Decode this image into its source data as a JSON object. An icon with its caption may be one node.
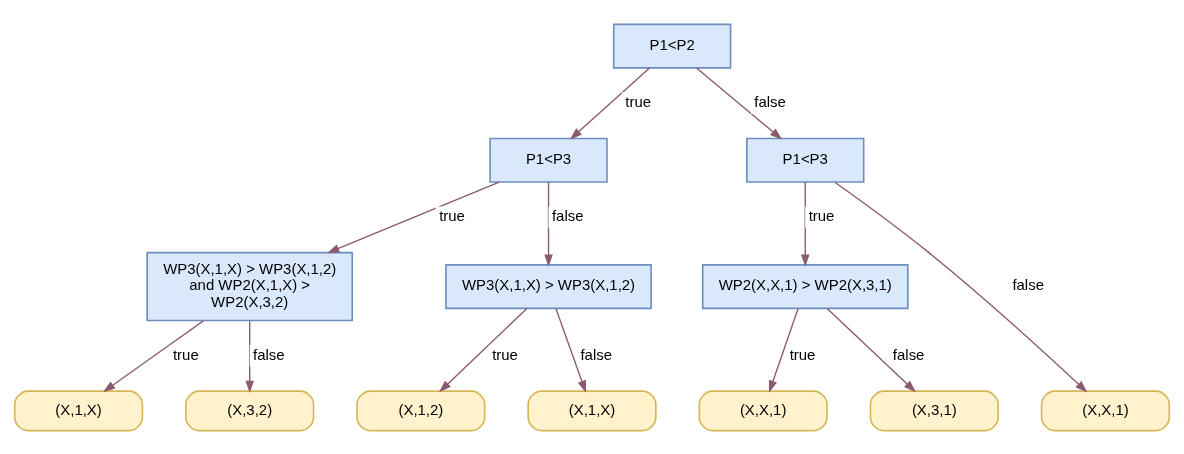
{
  "diagram": {
    "nodes": [
      {
        "text": [
          "P1<P2"
        ]
      },
      {
        "text": [
          "P1<P3"
        ]
      },
      {
        "text": [
          "P1<P3"
        ]
      },
      {
        "text": [
          "WP3(X,1,X) > WP3(X,1,2) and WP2(X,1,X) > WP2(X,3,2)"
        ]
      },
      {
        "text": [
          "WP3(X,1,X) > WP3(X,1,2)"
        ]
      },
      {
        "text": [
          "WP2(X,X,1) > WP2(X,3,1)"
        ]
      },
      {
        "text": [
          "(X,1,X)"
        ]
      },
      {
        "text": [
          "(X,3,2)"
        ]
      },
      {
        "text": [
          "(X,1,2)"
        ]
      },
      {
        "text": [
          "(X,1,X)"
        ]
      },
      {
        "text": [
          "(X,X,1)"
        ]
      },
      {
        "text": [
          "(X,3,1)"
        ]
      },
      {
        "text": [
          "(X,X,1)"
        ]
      }
    ],
    "edges": [
      {
        "from": 0,
        "to": 1,
        "arrow": "to",
        "label": "true"
      },
      {
        "from": 0,
        "to": 2,
        "arrow": "to",
        "label": "false"
      },
      {
        "from": 1,
        "to": 3,
        "arrow": "to",
        "label": "true"
      },
      {
        "from": 1,
        "to": 4,
        "arrow": "to",
        "label": "false"
      },
      {
        "from": 2,
        "to": 5,
        "arrow": "to",
        "label": "true"
      },
      {
        "from": 2,
        "to": 12,
        "arrow": "to",
        "label": "false"
      },
      {
        "from": 3,
        "to": 6,
        "arrow": "to",
        "label": "true"
      },
      {
        "from": 3,
        "to": 7,
        "arrow": "to",
        "label": "false"
      },
      {
        "from": 4,
        "to": 8,
        "arrow": "to",
        "label": "true"
      },
      {
        "from": 4,
        "to": 9,
        "arrow": "to",
        "label": "false"
      },
      {
        "from": 5,
        "to": 10,
        "arrow": "to",
        "label": "true"
      },
      {
        "from": 5,
        "to": 11,
        "arrow": "to",
        "label": "false"
      }
    ]
  }
}
